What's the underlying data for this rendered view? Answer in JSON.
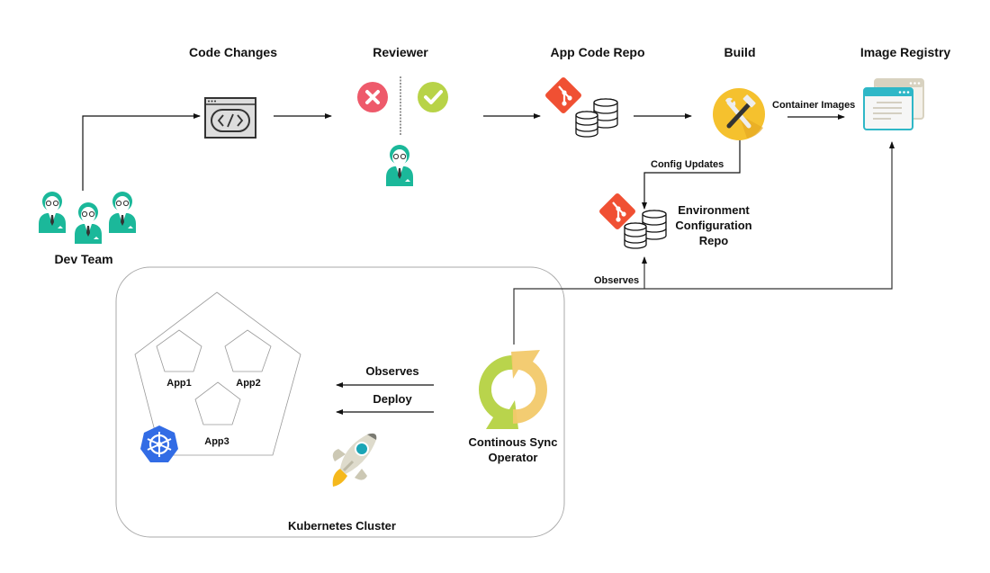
{
  "stages": {
    "code_changes": "Code Changes",
    "reviewer": "Reviewer",
    "app_code_repo": "App Code Repo",
    "build": "Build",
    "image_registry": "Image Registry",
    "dev_team": "Dev Team",
    "env_config_repo_line1": "Environment",
    "env_config_repo_line2": "Configuration",
    "env_config_repo_line3": "Repo",
    "sync_operator_line1": "Continous Sync",
    "sync_operator_line2": "Operator",
    "kubernetes_cluster": "Kubernetes Cluster"
  },
  "edges": {
    "container_images": "Container Images",
    "config_updates": "Config Updates",
    "observes_repo": "Observes",
    "observes_cluster": "Observes",
    "deploy": "Deploy"
  },
  "apps": [
    "App1",
    "App2",
    "App3"
  ],
  "icons": {
    "dev_team": "developer-group-icon",
    "code": "code-window-icon",
    "reject": "reject-x-icon",
    "approve": "approve-check-icon",
    "reviewer": "reviewer-person-icon",
    "git": "git-logo-icon",
    "database": "database-stack-icon",
    "build": "build-tools-icon",
    "registry": "image-registry-windows-icon",
    "kubernetes": "kubernetes-logo-icon",
    "rocket": "rocket-icon",
    "sync": "sync-cycle-icon"
  },
  "colors": {
    "teal": "#1bb89a",
    "git_red": "#f05033",
    "reject_red": "#ee5a6b",
    "approve_green": "#b8d348",
    "build_yellow": "#f5c12e",
    "registry_teal": "#2fb7c7",
    "k8s_blue": "#326ce5",
    "sync_green": "#b9d44c",
    "sync_yellow": "#f2c96a"
  }
}
